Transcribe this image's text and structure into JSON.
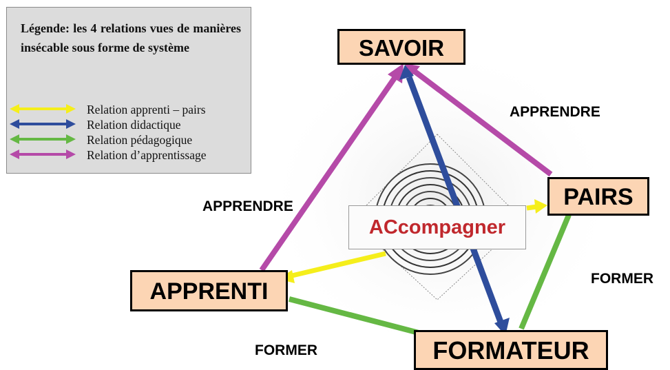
{
  "legend": {
    "title": "Légende: les 4 relations vues de manières insécable sous forme de système",
    "items": [
      {
        "label": "Relation apprenti – pairs",
        "color": "#f5ee1b"
      },
      {
        "label": "Relation didactique",
        "color": "#2e4d9c"
      },
      {
        "label": "Relation pédagogique",
        "color": "#65b844"
      },
      {
        "label": "Relation d’apprentissage",
        "color": "#b54aa8"
      }
    ]
  },
  "nodes": {
    "savoir": "SAVOIR",
    "pairs": "PAIRS",
    "apprenti": "APPRENTI",
    "formateur": "FORMATEUR"
  },
  "center_label": "ACcompagner",
  "relation_labels": {
    "apprendre_right": "APPRENDRE",
    "apprendre_left": "APPRENDRE",
    "former_right": "FORMER",
    "former_bottom": "FORMER"
  },
  "colors": {
    "node_fill": "#fcd5b4",
    "yellow": "#f5ee1b",
    "blue": "#2e4d9c",
    "green": "#65b844",
    "magenta": "#b54aa8",
    "center_text": "#c0282d"
  }
}
